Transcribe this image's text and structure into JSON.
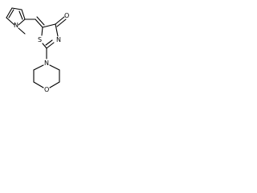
{
  "molecule": {
    "atom_labels": {
      "pyrrole_n": "N",
      "methyl": "",
      "thiazole_s": "S",
      "thiazole_n": "N",
      "carbonyl_o": "O",
      "morpholine_n": "N",
      "morpholine_o": "O"
    }
  },
  "colors": {
    "ink": "#000000",
    "background": "#ffffff"
  }
}
